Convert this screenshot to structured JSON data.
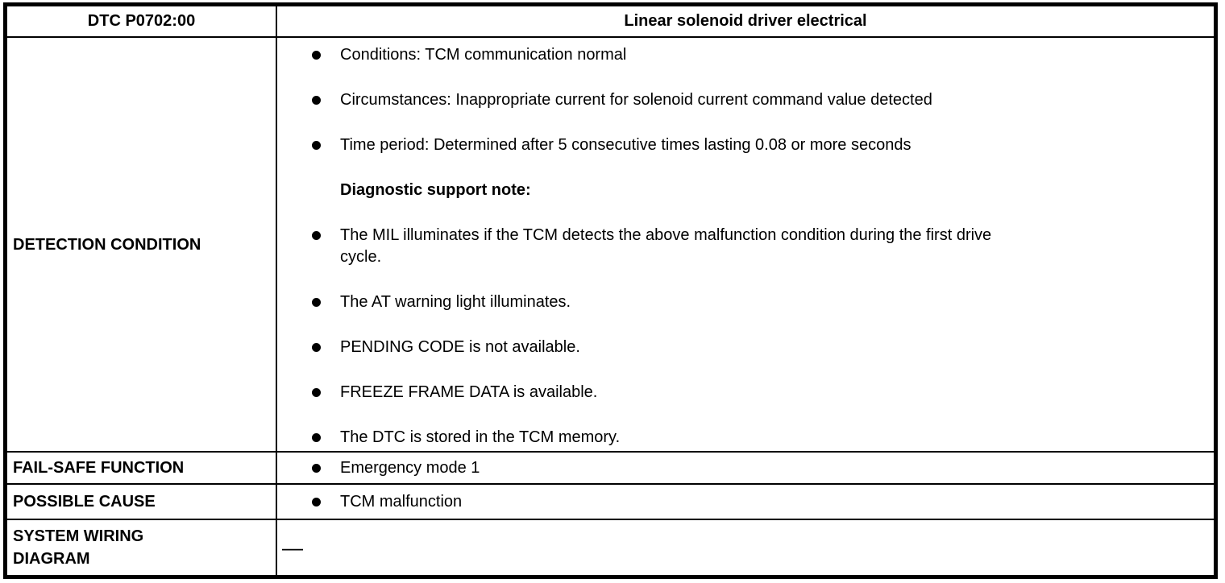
{
  "colors": {
    "border": "#000000",
    "background": "#ffffff",
    "text": "#000000"
  },
  "icons": {
    "bullet": "filled-circle"
  },
  "table": {
    "header": {
      "code": "DTC P0702:00",
      "title": "Linear solenoid driver electrical"
    },
    "detection": {
      "label": "DETECTION CONDITION",
      "items": [
        {
          "type": "bullet",
          "text": "Conditions: TCM communication normal"
        },
        {
          "type": "bullet",
          "text": "Circumstances: Inappropriate current for solenoid current command value detected"
        },
        {
          "type": "bullet",
          "text": "Time period: Determined after 5 consecutive times lasting 0.08 or more seconds"
        },
        {
          "type": "note",
          "text": "Diagnostic support note:"
        },
        {
          "type": "bullet",
          "text": "The MIL illuminates if the TCM detects the above malfunction condition during the first drive\ncycle."
        },
        {
          "type": "bullet",
          "text": "The AT warning light illuminates."
        },
        {
          "type": "bullet",
          "text": "PENDING CODE is not available."
        },
        {
          "type": "bullet",
          "text": "FREEZE FRAME DATA is available."
        },
        {
          "type": "bullet",
          "text": "The DTC is stored in the TCM memory."
        }
      ]
    },
    "fail_safe": {
      "label": "FAIL-SAFE FUNCTION",
      "item": "Emergency mode 1"
    },
    "possible_cause": {
      "label": "POSSIBLE CAUSE",
      "item": "TCM malfunction"
    },
    "wiring": {
      "label": "SYSTEM WIRING\nDIAGRAM",
      "value": "—"
    }
  }
}
